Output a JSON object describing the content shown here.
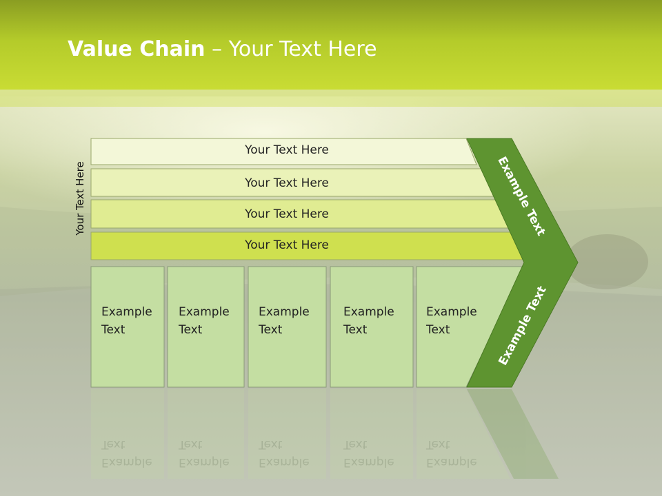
{
  "slide": {
    "title_bold": "Value Chain",
    "title_rest": " – Your Text Here",
    "side_label": "Your Text Here"
  },
  "bands": [
    "Your Text Here",
    "Your Text Here",
    "Your Text Here",
    "Your Text Here"
  ],
  "boxes": [
    {
      "line1": "Example",
      "line2": "Text"
    },
    {
      "line1": "Example",
      "line2": "Text"
    },
    {
      "line1": "Example",
      "line2": "Text"
    },
    {
      "line1": "Example",
      "line2": "Text"
    },
    {
      "line1": "Example",
      "line2": "Text"
    }
  ],
  "chevron": {
    "upper_label": "Example Text",
    "lower_label": "Example Text"
  },
  "colors": {
    "header": "#b9cc2a",
    "band_1": "#f3f7d8",
    "band_2": "#eaf2b8",
    "band_3": "#e0ec92",
    "band_4": "#cfe04f",
    "box_fill": "#c4dea2",
    "chevron_fill": "#5e9430"
  }
}
